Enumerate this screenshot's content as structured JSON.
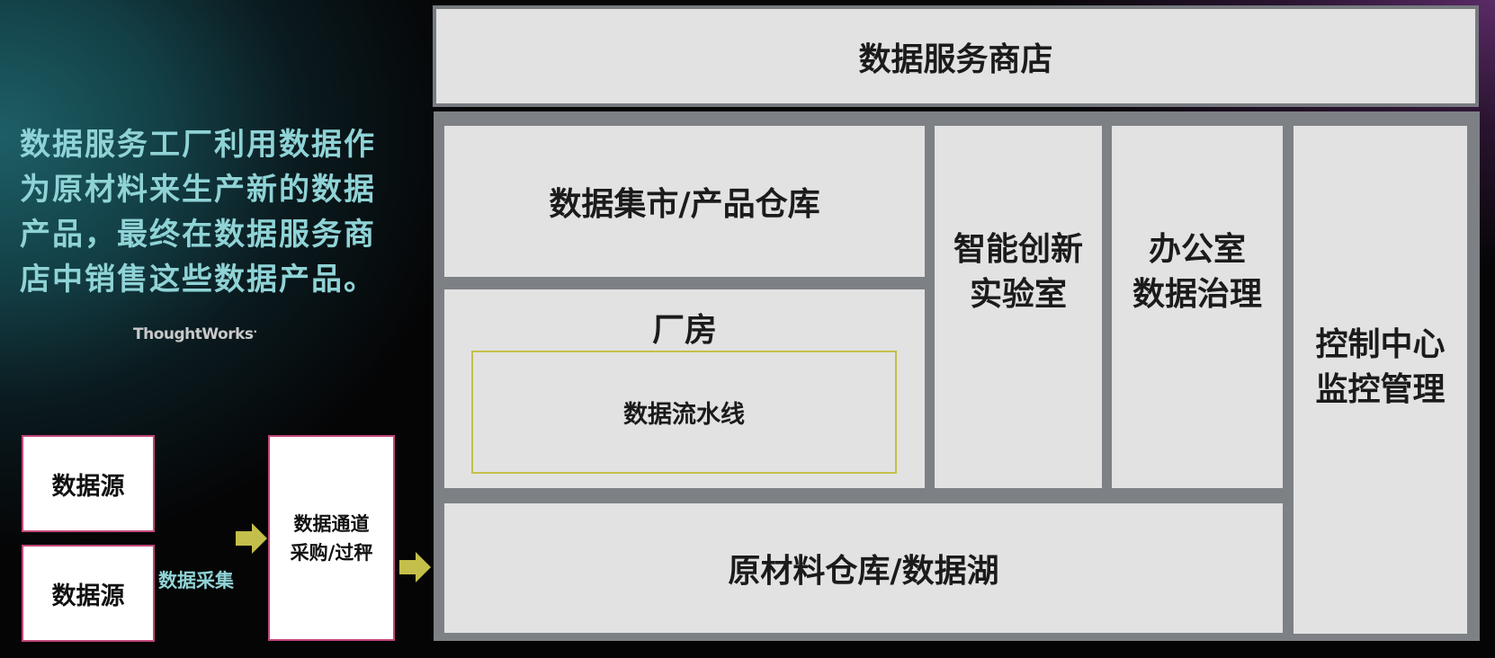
{
  "intro": {
    "lines": [
      "数据服务工厂利用数据作",
      "为原材料来生产新的数据",
      "产品，最终在数据服务商",
      "店中销售这些数据产品。"
    ]
  },
  "brand": {
    "name": "ThoughtWorks",
    "mark": "·"
  },
  "sources": [
    {
      "label": "数据源"
    },
    {
      "label": "数据源"
    }
  ],
  "collection": {
    "label": "数据采集"
  },
  "channel": {
    "line1": "数据通道",
    "line2": "采购/过秤"
  },
  "factory": {
    "store": "数据服务商店",
    "mart": "数据集市/产品仓库",
    "workshop": "厂房",
    "pipeline": "数据流水线",
    "lab": {
      "line1": "智能创新",
      "line2": "实验室"
    },
    "office": {
      "line1": "办公室",
      "line2": "数据治理"
    },
    "control": {
      "line1": "控制中心",
      "line2": "监控管理"
    },
    "lake": "原材料仓库/数据湖"
  },
  "colors": {
    "intro_text": "#8fd3d6",
    "arrow": "#c4bf4a",
    "source_border": "#c2477a",
    "panel_bg": "#e2e2e2",
    "frame": "#7d8085"
  }
}
